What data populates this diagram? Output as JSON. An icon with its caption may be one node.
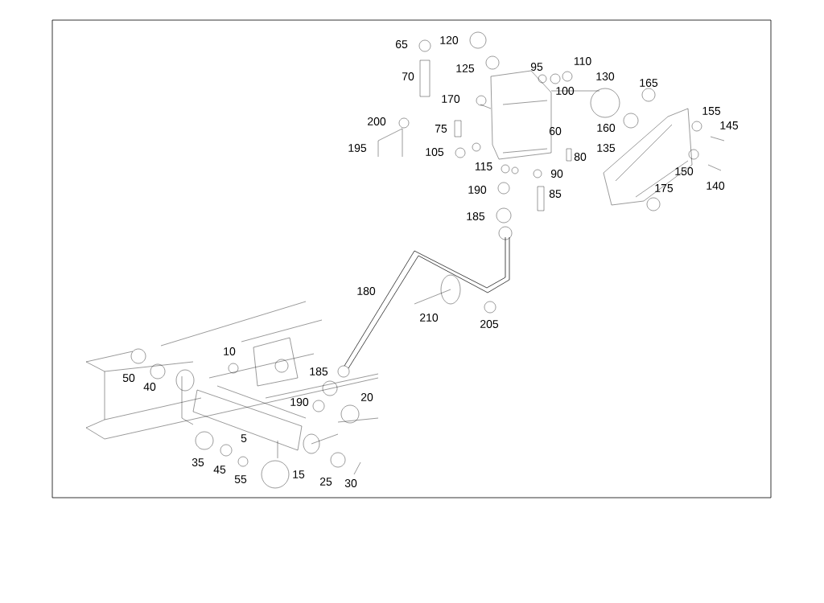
{
  "diagram": {
    "labels": [
      "65",
      "120",
      "125",
      "95",
      "110",
      "70",
      "100",
      "130",
      "165",
      "170",
      "155",
      "145",
      "200",
      "75",
      "60",
      "160",
      "195",
      "135",
      "105",
      "80",
      "115",
      "150",
      "90",
      "140",
      "175",
      "190",
      "85",
      "185",
      "180",
      "210",
      "205",
      "10",
      "185",
      "50",
      "40",
      "20",
      "190",
      "5",
      "35",
      "45",
      "15",
      "55",
      "25",
      "30"
    ]
  }
}
